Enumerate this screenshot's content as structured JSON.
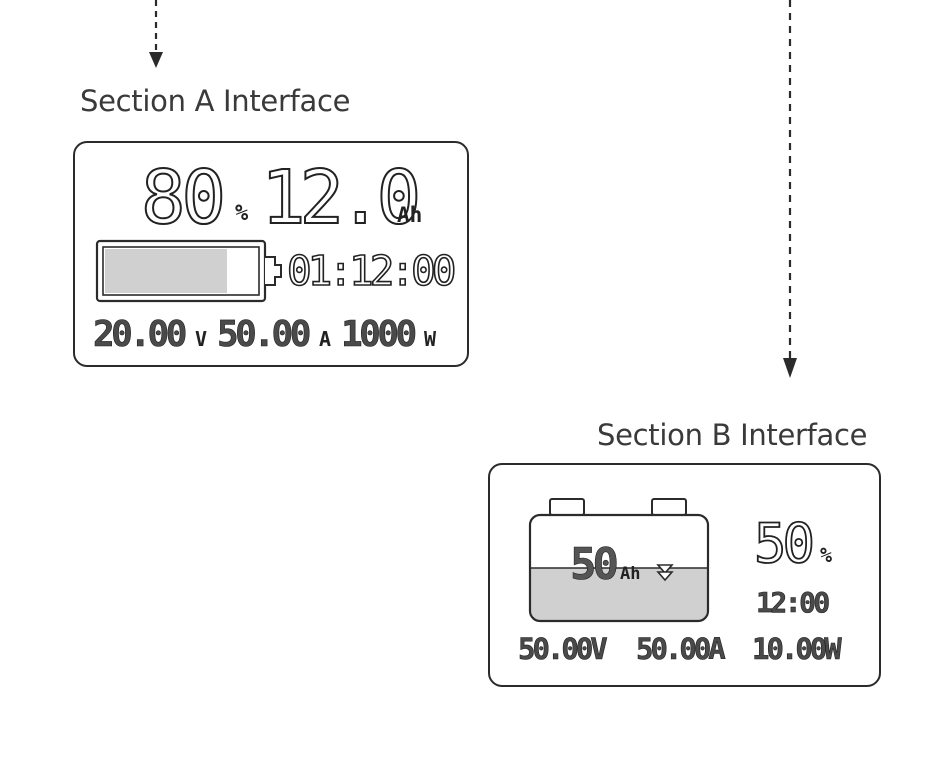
{
  "section_a": {
    "label": "Section A Interface",
    "percent_value": "80",
    "percent_unit": "%",
    "capacity_value": "12.0",
    "capacity_unit": "Ah",
    "time": "01:12:00",
    "voltage_value": "20.00",
    "voltage_unit": "V",
    "current_value": "50.00",
    "current_unit": "A",
    "power_value": "1000",
    "power_unit": "W",
    "battery_fill": 0.8
  },
  "section_b": {
    "label": "Section B Interface",
    "capacity_value": "50",
    "capacity_unit": "Ah",
    "percent_value": "50",
    "percent_unit": "%",
    "time": "12:00",
    "voltage": "50.00V",
    "current": "50.00A",
    "power": "10.00W",
    "battery_fill": 0.5
  },
  "colors": {
    "stroke": "#2b2b2b",
    "fill_gray": "#d0d0d0",
    "label_text": "#3a3a3a"
  },
  "icons": {
    "arrow_a": "dashed-down-arrow",
    "arrow_b": "dashed-down-arrow",
    "battery_a": "horizontal-battery-icon",
    "battery_b": "car-battery-icon",
    "discharge": "down-triangle-icon"
  }
}
